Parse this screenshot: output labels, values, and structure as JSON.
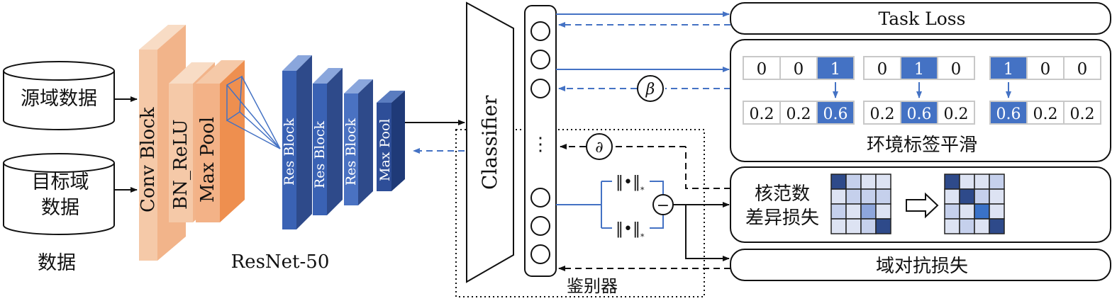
{
  "data": {
    "source_label": "源域数据",
    "target_label_line1": "目标域",
    "target_label_line2": "数据",
    "caption": "数据"
  },
  "resnet": {
    "conv_block": "Conv Block",
    "bn_relu": "BN_ReLU",
    "max_pool": "Max Pool",
    "res_block": "Res Block",
    "max_pool_2": "Max Pool",
    "caption": "ResNet-50"
  },
  "classifier": {
    "label": "Classifier",
    "dots": "⋮"
  },
  "discriminator": {
    "label": "鉴别器"
  },
  "symbols": {
    "beta": "β",
    "partial": "∂",
    "norm": "‖•‖",
    "norm_sub": "*",
    "minus": "−"
  },
  "task_loss": {
    "label": "Task Loss"
  },
  "smoothing": {
    "label": "环境标签平滑",
    "groups": [
      {
        "onehot": [
          "0",
          "0",
          "1"
        ],
        "hot_index": 2,
        "smooth": [
          "0.2",
          "0.2",
          "0.6"
        ]
      },
      {
        "onehot": [
          "0",
          "1",
          "0"
        ],
        "hot_index": 1,
        "smooth": [
          "0.2",
          "0.6",
          "0.2"
        ]
      },
      {
        "onehot": [
          "1",
          "0",
          "0"
        ],
        "hot_index": 0,
        "smooth": [
          "0.6",
          "0.2",
          "0.2"
        ]
      }
    ]
  },
  "nuclear": {
    "label_line1": "核范数",
    "label_line2": "差异损失",
    "matrix_before": [
      [
        3,
        1,
        0,
        0
      ],
      [
        0,
        1,
        1,
        1
      ],
      [
        1,
        0,
        2,
        0
      ],
      [
        0,
        0,
        1,
        3
      ]
    ],
    "matrix_after": [
      [
        3,
        0,
        0,
        1
      ],
      [
        0,
        3,
        1,
        0
      ],
      [
        1,
        0,
        3,
        0
      ],
      [
        0,
        1,
        0,
        3
      ]
    ]
  },
  "adversarial": {
    "label": "域对抗损失"
  },
  "colors": {
    "accent_blue": "#4472c4",
    "orange_light": "#f5c9a8",
    "orange_mid": "#f0a878",
    "orange_dark": "#ee8f4f",
    "blue_block": "#3a62b4",
    "blue_dark": "#2e4a8a"
  }
}
